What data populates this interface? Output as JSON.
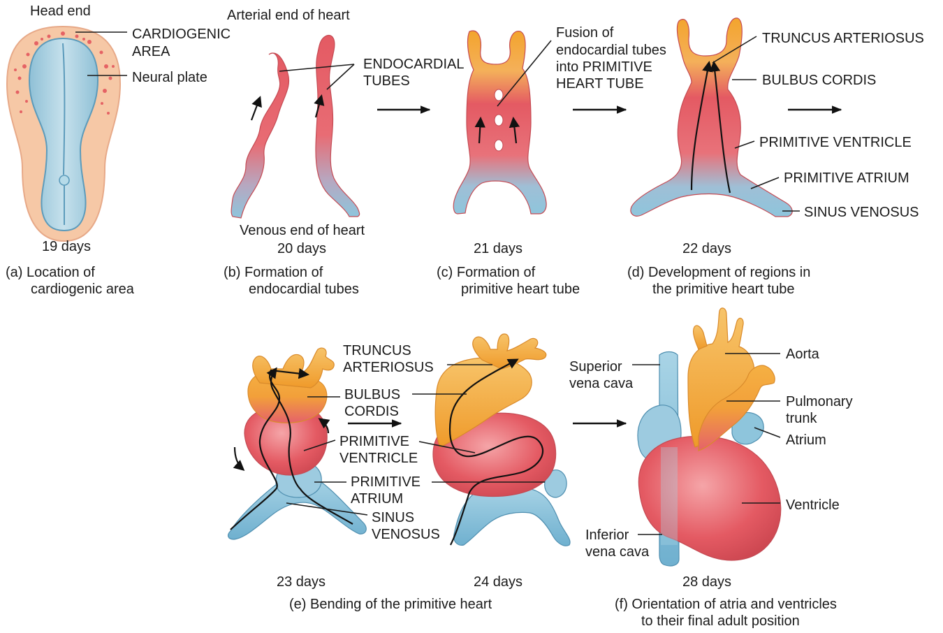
{
  "colors": {
    "red": "#e45a63",
    "pink": "#f3a0a2",
    "orange": "#f3a42d",
    "blue": "#8ec5dc",
    "dark_blue": "#5aa0c2",
    "embryo_peach": "#f6c8a6",
    "cardiogenic_dot": "#e0404f"
  },
  "panels": {
    "a": {
      "label_top": "Head end",
      "cardiogenic": "CARDIOGENIC",
      "cardiogenic2": "AREA",
      "neural": "Neural plate",
      "days": "19 days",
      "caption1": "(a)  Location of",
      "caption2": "cardiogenic area"
    },
    "b": {
      "arterial": "Arterial end of heart",
      "endo1": "ENDOCARDIAL",
      "endo2": "TUBES",
      "venous": "Venous end of heart",
      "days": "20 days",
      "caption1": "(b)  Formation of",
      "caption2": "endocardial tubes"
    },
    "c": {
      "fusion1": "Fusion of",
      "fusion2": "endocardial tubes",
      "fusion3": "into PRIMITIVE",
      "fusion4": "HEART TUBE",
      "days": "21 days",
      "caption1": "(c)  Formation of",
      "caption2": "primitive heart tube"
    },
    "d": {
      "truncus": "TRUNCUS ARTERIOSUS",
      "bulbus": "BULBUS CORDIS",
      "ventricle": "PRIMITIVE VENTRICLE",
      "atrium": "PRIMITIVE ATRIUM",
      "sinus": "SINUS VENOSUS",
      "days": "22 days",
      "caption1": "(d)  Development of regions in",
      "caption2": "the primitive heart tube"
    },
    "e": {
      "truncus1": "TRUNCUS",
      "truncus2": "ARTERIOSUS",
      "bulbus1": "BULBUS",
      "bulbus2": "CORDIS",
      "ventricle1": "PRIMITIVE",
      "ventricle2": "VENTRICLE",
      "atrium1": "PRIMITIVE",
      "atrium2": "ATRIUM",
      "sinus1": "SINUS",
      "sinus2": "VENOSUS",
      "days_left": "23 days",
      "days_right": "24 days",
      "caption": "(e)  Bending of the primitive heart"
    },
    "f": {
      "svc1": "Superior",
      "svc2": "vena cava",
      "ivc1": "Inferior",
      "ivc2": "vena cava",
      "aorta": "Aorta",
      "pulm1": "Pulmonary",
      "pulm2": "trunk",
      "atrium": "Atrium",
      "ventricle": "Ventricle",
      "days": "28 days",
      "caption1": "(f)  Orientation of atria and ventricles",
      "caption2": "to their final adult position"
    }
  }
}
